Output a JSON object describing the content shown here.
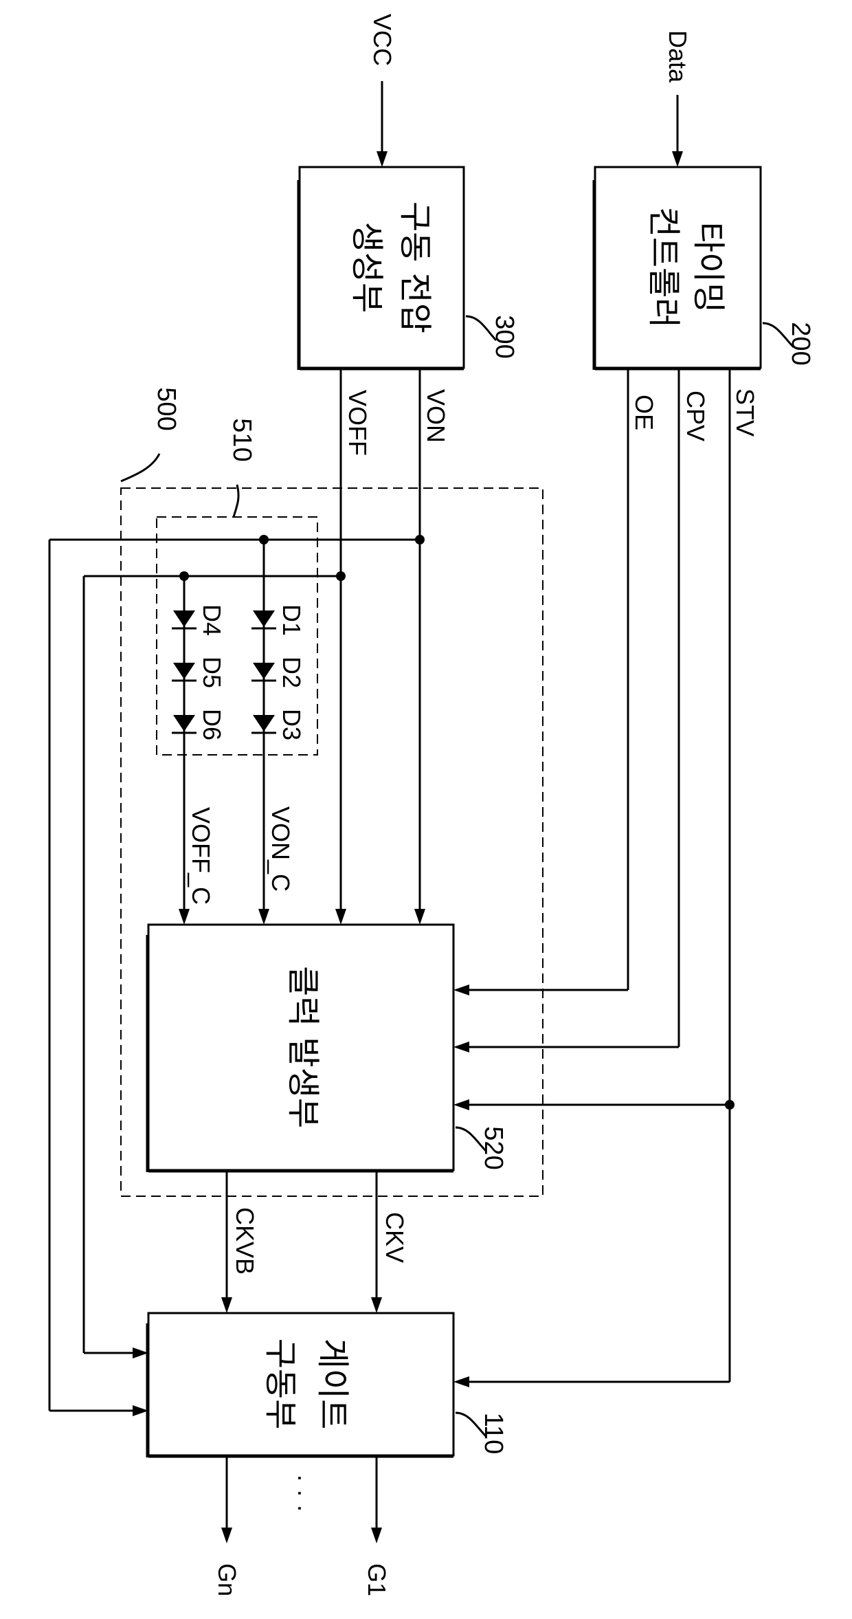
{
  "inputs": {
    "vcc": "VCC",
    "data": "Data"
  },
  "blocks": {
    "timing_controller": {
      "line1": "타이밍",
      "line2": "컨트롤러",
      "ref": "200"
    },
    "drive_voltage_generator": {
      "line1": "구동 전압",
      "line2": "생성부",
      "ref": "300"
    },
    "clock_generator": {
      "line1": "클럭 발생부",
      "ref": "520"
    },
    "gate_driver": {
      "line1": "게이트",
      "line2": "구동부",
      "ref": "110"
    }
  },
  "groups": {
    "outer_ref": "500",
    "inner_ref": "510"
  },
  "signals": {
    "stv": "STV",
    "cpv": "CPV",
    "oe": "OE",
    "von": "VON",
    "voff": "VOFF",
    "von_c": "VON_C",
    "voff_c": "VOFF_C",
    "ckv": "CKV",
    "ckvb": "CKVB",
    "g1": "G1",
    "gn": "Gn",
    "ellipsis": "· · ·"
  },
  "diodes": {
    "d1": "D1",
    "d2": "D2",
    "d3": "D3",
    "d4": "D4",
    "d5": "D5",
    "d6": "D6"
  }
}
